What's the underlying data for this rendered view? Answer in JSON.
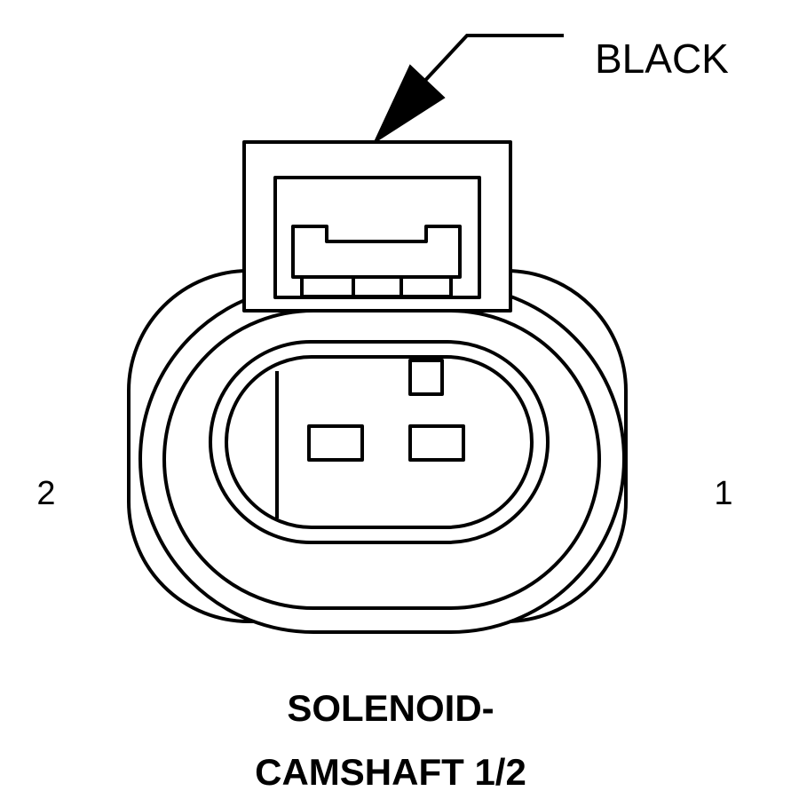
{
  "callout": {
    "color_label": "BLACK"
  },
  "pins": {
    "left": "2",
    "right": "1"
  },
  "caption": {
    "line1": "SOLENOID-",
    "line2": "CAMSHAFT 1/2"
  }
}
